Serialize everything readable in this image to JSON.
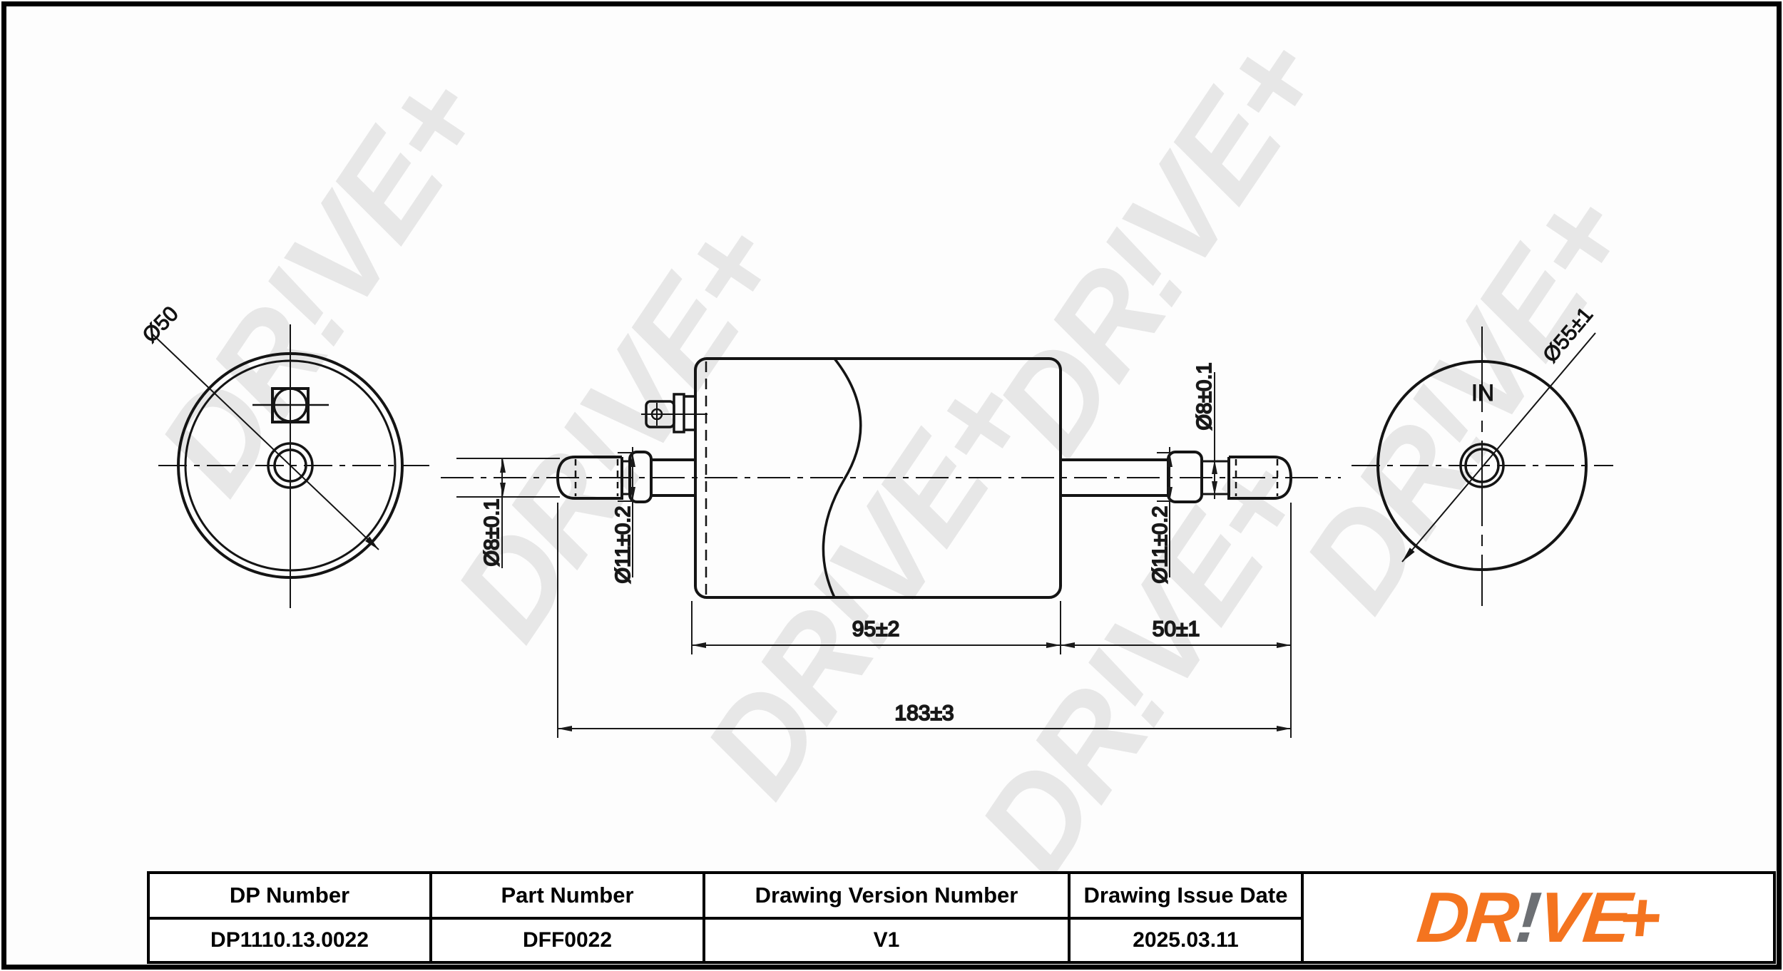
{
  "watermark": {
    "text": "DR!VE+"
  },
  "views": {
    "front_left": {
      "diameter_label": "Ø50"
    },
    "side": {
      "tube_diameter_left": "Ø8±0.1",
      "collar_diameter_left": "Ø11±0.2",
      "tube_diameter_right": "Ø8±0.1",
      "collar_diameter_right": "Ø11±0.2",
      "body_length": "95±2",
      "outlet_length": "50±1",
      "overall_length": "183±3"
    },
    "front_right": {
      "diameter_label": "Ø55±1",
      "flow_label": "IN"
    }
  },
  "title_block": {
    "columns": [
      {
        "header": "DP Number",
        "value": "DP1110.13.0022"
      },
      {
        "header": "Part Number",
        "value": "DFF0022"
      },
      {
        "header": "Drawing Version Number",
        "value": "V1"
      },
      {
        "header": "Drawing Issue Date",
        "value": "2025.03.11"
      }
    ]
  },
  "logo": {
    "part1": "DR",
    "bang": "!",
    "part2": "VE",
    "plus": "+",
    "orange": "#f4741f",
    "gray": "#6d7074"
  }
}
